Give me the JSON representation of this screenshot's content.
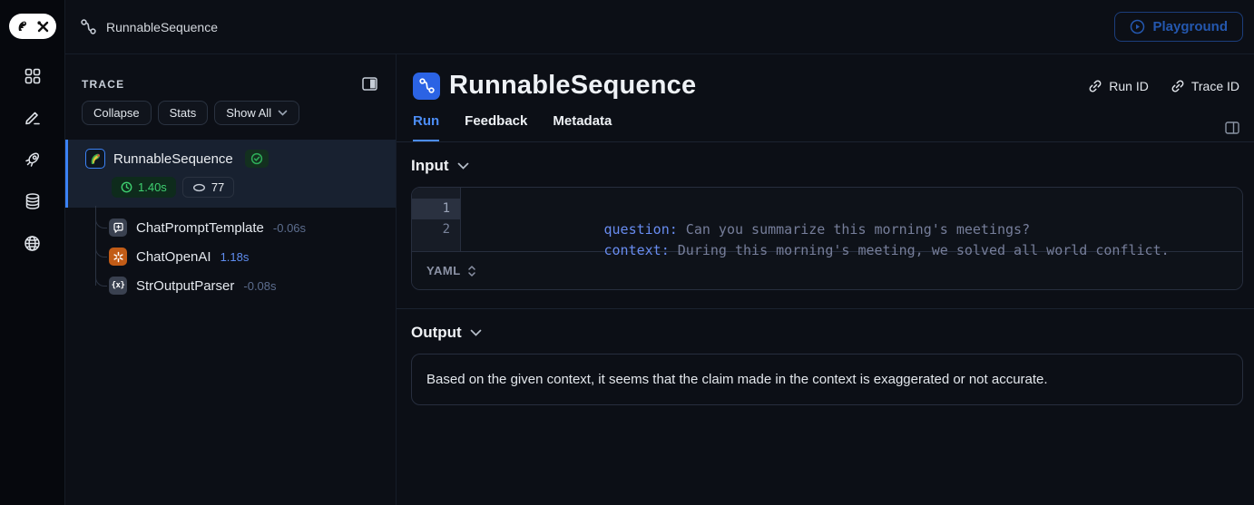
{
  "topbar": {
    "breadcrumb": "RunnableSequence",
    "playground_label": "Playground"
  },
  "trace_panel": {
    "title": "TRACE",
    "buttons": {
      "collapse": "Collapse",
      "stats": "Stats",
      "show_all": "Show All"
    },
    "root": {
      "name": "RunnableSequence",
      "latency": "1.40s",
      "tokens": "77"
    },
    "children": [
      {
        "name": "ChatPromptTemplate",
        "duration": "-0.06s"
      },
      {
        "name": "ChatOpenAI",
        "duration": "1.18s"
      },
      {
        "name": "StrOutputParser",
        "duration": "-0.08s",
        "icon_text": "{x}"
      }
    ]
  },
  "main": {
    "title": "RunnableSequence",
    "links": [
      "Run ID",
      "Trace ID"
    ],
    "tabs": [
      "Run",
      "Feedback",
      "Metadata"
    ],
    "active_tab": "Run",
    "input": {
      "heading": "Input",
      "format": "YAML",
      "lines": [
        {
          "num": "1",
          "key": "question:",
          "value": " Can you summarize this morning's meetings?"
        },
        {
          "num": "2",
          "key": "context:",
          "value": " During this morning's meeting, we solved all world conflict."
        }
      ]
    },
    "output": {
      "heading": "Output",
      "text": "Based on the given context, it seems that the claim made in the context is exaggerated or not accurate."
    }
  },
  "colors": {
    "accent_blue": "#3b82f6",
    "tab_blue": "#4c8df6",
    "success_green": "#3ecf70",
    "openai_orange": "#c25c17",
    "code_key": "#688cf0",
    "code_value": "#767e9a"
  }
}
